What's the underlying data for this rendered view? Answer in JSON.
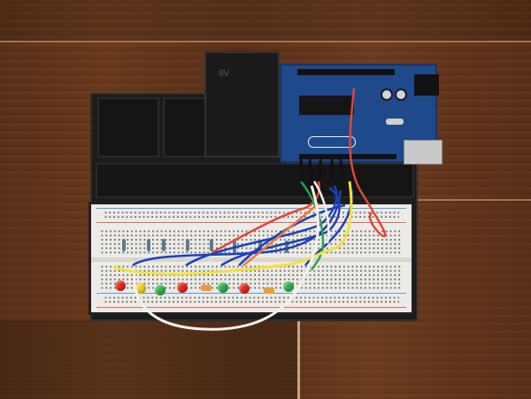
{
  "scene": {
    "description": "Arduino Uno clone and solderless breadboard with LEDs mounted in a black plastic holder on a wooden floor",
    "battery_label": "9V",
    "arduino_logo": "",
    "colors": {
      "floor": "#5e3119",
      "holder": "#1c1c1c",
      "arduino_board": "#1e4a8c",
      "breadboard": "#ecebe6",
      "wire_blue": "#1e40b8",
      "wire_red": "#e0473a",
      "wire_green": "#2aa24a",
      "wire_yellow": "#f2e23a",
      "wire_white": "#f4f1ea",
      "wire_orange": "#f07a3a"
    },
    "leds": [
      {
        "color": "red",
        "hex": "#e42a1e"
      },
      {
        "color": "yellow",
        "hex": "#f2d21e"
      },
      {
        "color": "green",
        "hex": "#2fb34a"
      },
      {
        "color": "red",
        "hex": "#e42a1e"
      },
      {
        "color": "orange",
        "hex": "#f09a3a"
      },
      {
        "color": "green",
        "hex": "#2fb34a"
      },
      {
        "color": "red",
        "hex": "#e42a1e"
      },
      {
        "color": "orange",
        "hex": "#f09a3a"
      },
      {
        "color": "green",
        "hex": "#2fb34a"
      }
    ],
    "resistor_count": 8
  }
}
